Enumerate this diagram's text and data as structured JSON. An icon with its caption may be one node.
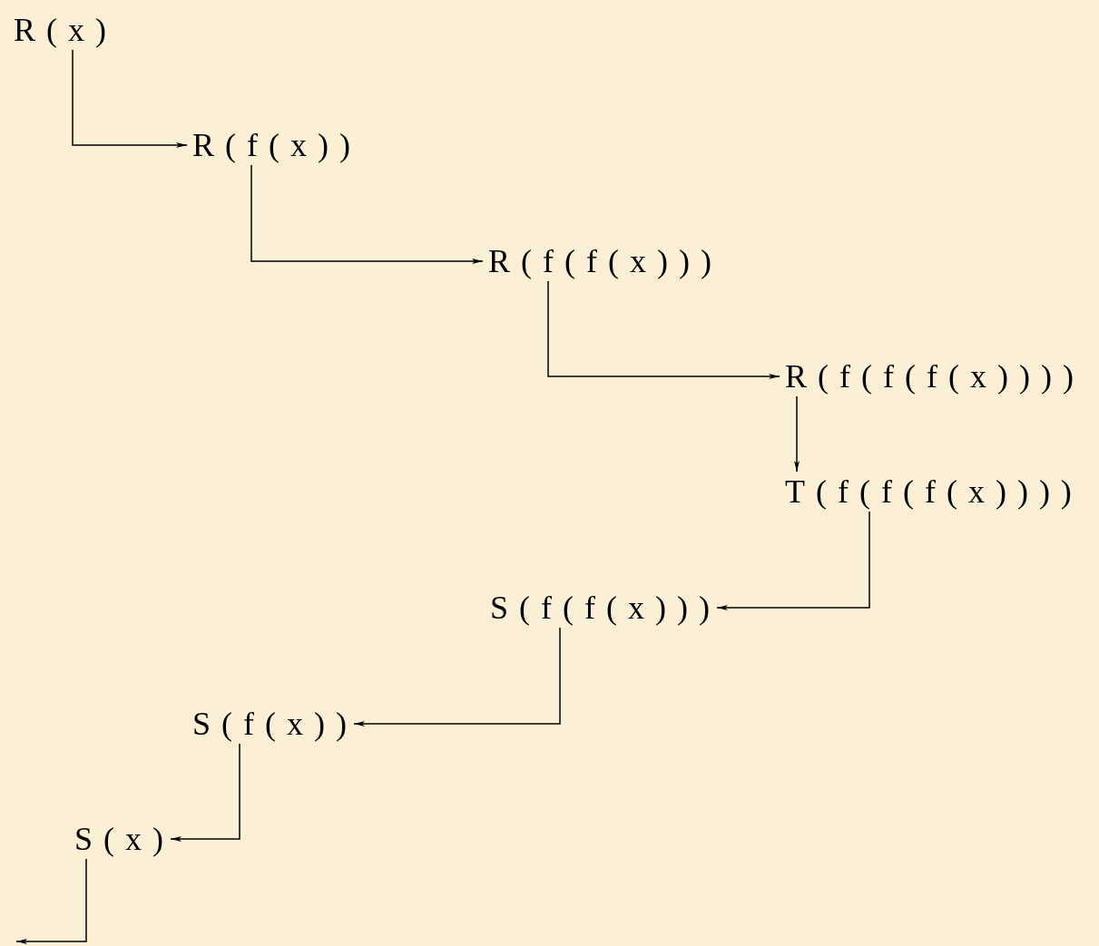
{
  "diagram": {
    "nodes": [
      {
        "text": [
          "R(x)"
        ]
      },
      {
        "text": [
          "R(f(x))"
        ]
      },
      {
        "text": [
          "R(f(f(x)))"
        ]
      },
      {
        "text": [
          "R(f(f(f(x))))"
        ]
      },
      {
        "text": [
          "T(f(f(f(x))))"
        ]
      },
      {
        "text": [
          "S(f(f(x)))"
        ]
      },
      {
        "text": [
          "S(f(x))"
        ]
      },
      {
        "text": [
          "S(x)"
        ]
      }
    ],
    "edges": [
      {
        "from": 0,
        "to": 1,
        "arrow": "to"
      },
      {
        "from": 1,
        "to": 2,
        "arrow": "to"
      },
      {
        "from": 2,
        "to": 3,
        "arrow": "to"
      },
      {
        "from": 3,
        "to": 4,
        "arrow": "to"
      },
      {
        "from": 4,
        "to": 5,
        "arrow": "to"
      },
      {
        "from": 5,
        "to": 6,
        "arrow": "to"
      },
      {
        "from": 6,
        "to": 7,
        "arrow": "to"
      },
      {
        "from": 7,
        "to": null,
        "arrow": "to"
      }
    ]
  }
}
